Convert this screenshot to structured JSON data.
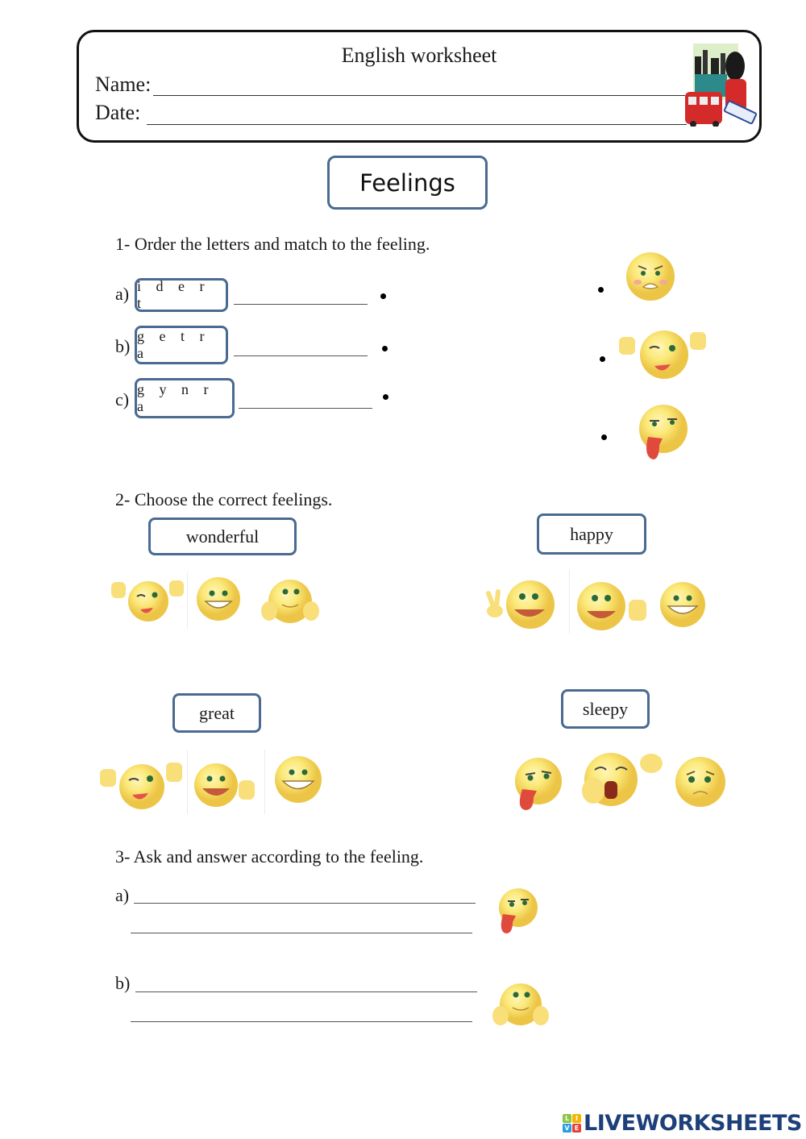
{
  "header": {
    "title": "English worksheet",
    "name_label": "Name:",
    "date_label": "Date:",
    "image": "london-clipart-icon"
  },
  "topic": {
    "title": "Feelings"
  },
  "section1": {
    "instruction": "1-   Order the letters and match to the feeling.",
    "items": [
      {
        "label": "a)",
        "letters": "i d e r t"
      },
      {
        "label": "b)",
        "letters": "g e t r a"
      },
      {
        "label": "c)",
        "letters": "g y n r a"
      }
    ],
    "match_images": [
      "angry-face-icon",
      "wink-thumbs-up-face-icon",
      "tongue-out-tired-face-icon"
    ]
  },
  "section2": {
    "instruction": "2- Choose the correct feelings.",
    "groups": [
      {
        "word": "wonderful",
        "images": [
          "wink-thumbs-up-face-icon",
          "big-grin-face-icon",
          "hands-on-cheeks-face-icon"
        ]
      },
      {
        "word": "happy",
        "images": [
          "peace-sign-smile-face-icon",
          "thumbs-up-smile-face-icon",
          "big-grin-face-icon"
        ]
      },
      {
        "word": "great",
        "images": [
          "wink-thumbs-up-face-icon",
          "thumbs-up-smile-face-icon",
          "big-grin-face-icon"
        ]
      },
      {
        "word": "sleepy",
        "images": [
          "tongue-out-tired-face-icon",
          "yawning-face-icon",
          "sad-face-icon"
        ]
      }
    ]
  },
  "section3": {
    "instruction": "3- Ask and answer according to the feeling.",
    "items": [
      {
        "label": "a)",
        "image": "tongue-out-tired-face-icon"
      },
      {
        "label": "b)",
        "image": "hands-on-cheeks-face-icon"
      }
    ]
  },
  "footer": {
    "logo_text": "LIVEWORKSHEETS",
    "logo_icon_letters": [
      "L",
      "I",
      "V",
      "E"
    ],
    "logo_icon_colors": [
      "#8cc63f",
      "#f7b500",
      "#2b9de0",
      "#e8403a"
    ]
  }
}
